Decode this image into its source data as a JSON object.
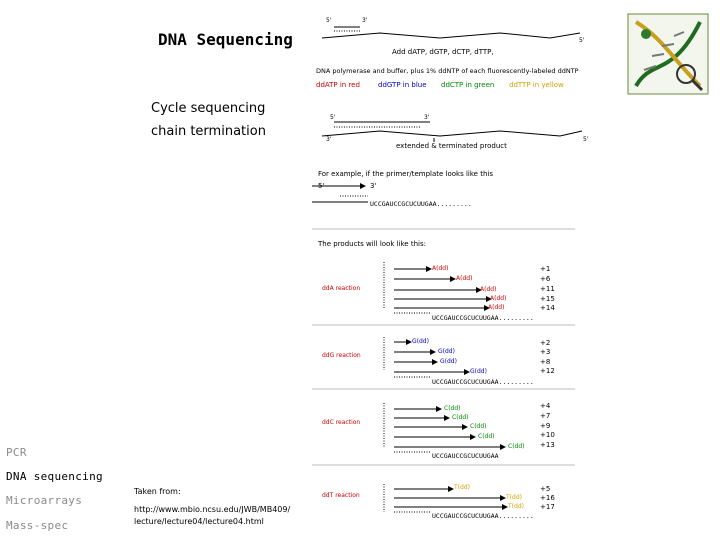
{
  "slide": {
    "title": "DNA Sequencing",
    "cycle": "Cycle sequencing",
    "chain": "chain termination"
  },
  "sidebar": {
    "items": [
      "PCR",
      "DNA sequencing",
      "Microarrays",
      "Mass-spec"
    ]
  },
  "source": {
    "taken": "Taken from:",
    "url1": "http://www.mbio.ncsu.edu/JWB/MB409/",
    "url2": "lecture/lecture04/lecture04.html"
  },
  "top_diagram": {
    "five_prime": "5'",
    "three_prime": "3'",
    "five_prime_right": "5'",
    "add_line": "Add dATP, dGTP, dCTP, dTTP,",
    "poly_line": "DNA polymerase and buffer, plus 1% ddNTP of each fluorescently-labeled ddNTP",
    "ddA": "ddATP in red",
    "ddG": "ddGTP in blue",
    "ddC": "ddCTP in green",
    "ddT": "ddTTP in yellow",
    "colors": {
      "red": "#cc0000",
      "blue": "#0000cc",
      "green": "#008800",
      "yellow": "#d4a000"
    }
  },
  "mid_diagram": {
    "five_prime": "5'",
    "three_prime_a": "3'",
    "three_prime_b": "3'",
    "five_prime_b": "5'",
    "product": "extended & terminated product"
  },
  "example": {
    "intro": "For example, if the primer/template looks like this",
    "five": "5'",
    "three": "3'",
    "template": "UCCGAUCCGCUCUUGAA.........",
    "products": "The products will look like this:"
  },
  "reactions": [
    {
      "name": "ddA reaction",
      "labels": [
        "A(dd)",
        "A(dd)",
        "A(dd)",
        "A(dd)",
        "A(dd)"
      ],
      "numbers": [
        "+1",
        "+6",
        "+11",
        "+15",
        "+14"
      ],
      "template": "UCCGAUCCGCUCUUGAA........."
    },
    {
      "name": "ddG reaction",
      "labels": [
        "G(dd)",
        "G(dd)",
        "G(dd)",
        "G(dd)"
      ],
      "numbers": [
        "+2",
        "+3",
        "+8",
        "+12"
      ],
      "template": "UCCGAUCCGCUCUUGAA........."
    },
    {
      "name": "ddC reaction",
      "labels": [
        "C(dd)",
        "C(dd)",
        "C(dd)",
        "C(dd)",
        "C(dd)"
      ],
      "numbers": [
        "+4",
        "+7",
        "+9",
        "+10",
        "+13"
      ],
      "template": "UCCGAUCCGCUCUUGAA"
    },
    {
      "name": "ddT reaction",
      "labels": [
        "T(dd)",
        "T(dd)",
        "T(dd)"
      ],
      "numbers": [
        "+5",
        "+16",
        "+17"
      ],
      "template": "UCCGAUCCGCUCUUGAA........."
    }
  ]
}
